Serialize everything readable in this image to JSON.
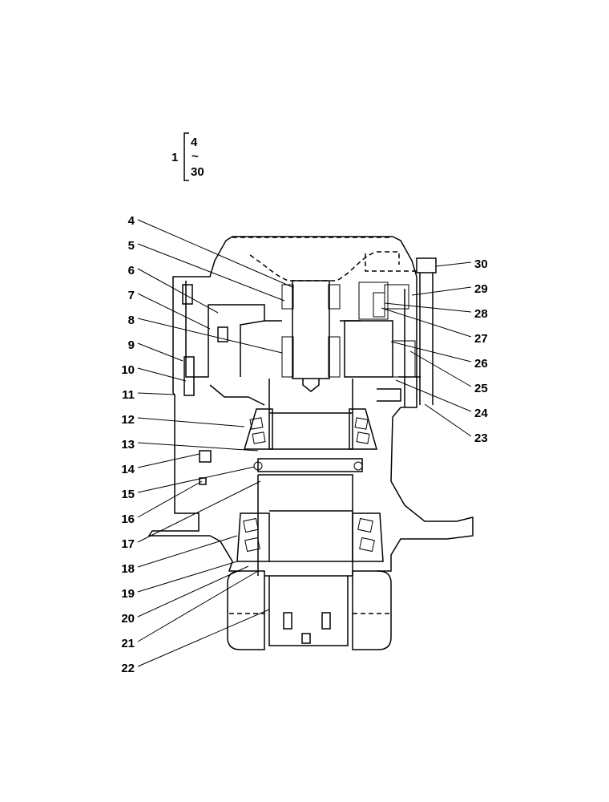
{
  "assembly_note": {
    "parent": "1",
    "first": "4",
    "tilde": "~",
    "last": "30"
  },
  "callouts": [
    {
      "id": "c4",
      "label": "4"
    },
    {
      "id": "c5",
      "label": "5"
    },
    {
      "id": "c6",
      "label": "6"
    },
    {
      "id": "c7",
      "label": "7"
    },
    {
      "id": "c8",
      "label": "8"
    },
    {
      "id": "c9",
      "label": "9"
    },
    {
      "id": "c10",
      "label": "10"
    },
    {
      "id": "c11",
      "label": "11"
    },
    {
      "id": "c12",
      "label": "12"
    },
    {
      "id": "c13",
      "label": "13"
    },
    {
      "id": "c14",
      "label": "14"
    },
    {
      "id": "c15",
      "label": "15"
    },
    {
      "id": "c16",
      "label": "16"
    },
    {
      "id": "c17",
      "label": "17"
    },
    {
      "id": "c18",
      "label": "18"
    },
    {
      "id": "c19",
      "label": "19"
    },
    {
      "id": "c20",
      "label": "20"
    },
    {
      "id": "c21",
      "label": "21"
    },
    {
      "id": "c22",
      "label": "22"
    },
    {
      "id": "c23",
      "label": "23"
    },
    {
      "id": "c24",
      "label": "24"
    },
    {
      "id": "c25",
      "label": "25"
    },
    {
      "id": "c26",
      "label": "26"
    },
    {
      "id": "c27",
      "label": "27"
    },
    {
      "id": "c28",
      "label": "28"
    },
    {
      "id": "c29",
      "label": "29"
    },
    {
      "id": "c30",
      "label": "30"
    }
  ]
}
